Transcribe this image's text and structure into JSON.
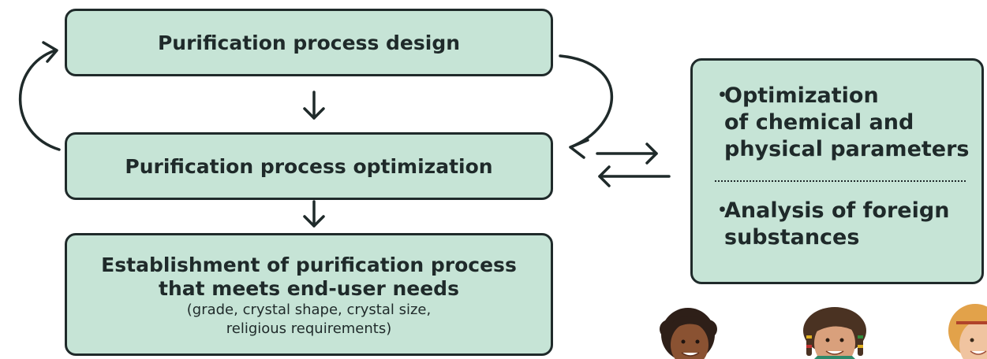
{
  "flow": {
    "step1": "Purification process design",
    "step2": "Purification process optimization",
    "step3_title_line1": "Establishment of purification process",
    "step3_title_line2": "that meets end-user needs",
    "step3_detail_line1": "(grade, crystal shape, crystal size,",
    "step3_detail_line2": "religious requirements)"
  },
  "tasks": {
    "bullet": "・",
    "task1_line1": "Optimization",
    "task1_line2": "of chemical and",
    "task1_line3": "physical parameters",
    "task2_line1": "Analysis of foreign",
    "task2_line2": "substances"
  },
  "colors": {
    "box_fill": "#c6e4d6",
    "outline": "#1f2a2a"
  },
  "people": [
    "woman-curly-hair",
    "man-dreadlocks",
    "woman-blonde-hair"
  ]
}
